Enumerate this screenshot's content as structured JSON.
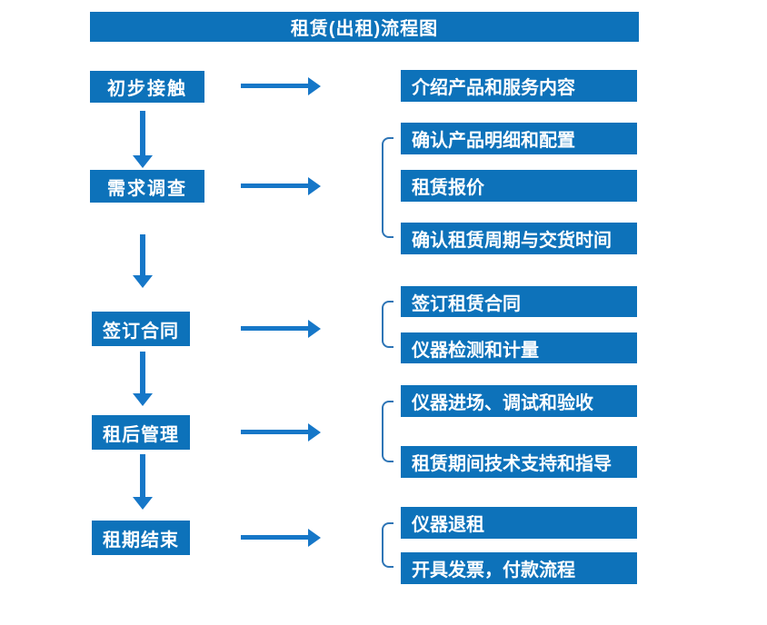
{
  "title": "租赁(出租)流程图",
  "colors": {
    "box_blue": "#0D72BA",
    "arrow_blue": "#1677C8",
    "bracket_blue": "#2E75B6",
    "text_white": "#FFFFFF",
    "background": "#FFFFFF"
  },
  "steps": [
    {
      "label": "初步接触",
      "details": [
        "介绍产品和服务内容"
      ]
    },
    {
      "label": "需求调查",
      "details": [
        "确认产品明细和配置",
        "租赁报价",
        "确认租赁周期与交货时间"
      ]
    },
    {
      "label": "签订合同",
      "details": [
        "签订租赁合同",
        "仪器检测和计量"
      ]
    },
    {
      "label": "租后管理",
      "details": [
        "仪器进场、调试和验收",
        "租赁期间技术支持和指导"
      ]
    },
    {
      "label": "租期结束",
      "details": [
        "仪器退租",
        "开具发票，付款流程"
      ]
    }
  ]
}
